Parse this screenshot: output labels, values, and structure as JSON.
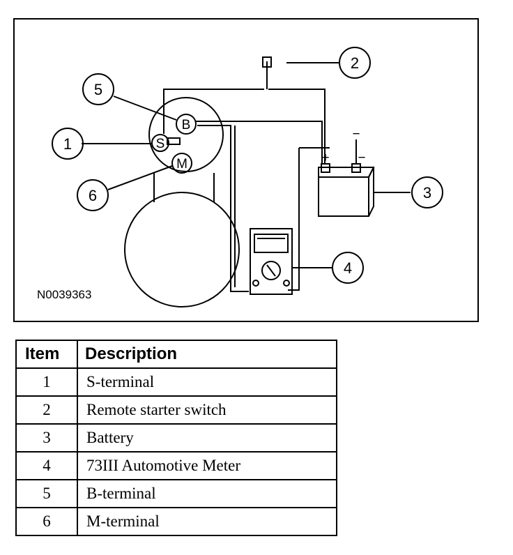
{
  "diagram": {
    "figure_code": "N0039363",
    "terminals": {
      "s": "S",
      "b": "B",
      "m": "M"
    },
    "battery_signs": {
      "plus": "+",
      "minus": "−",
      "ground": "−"
    },
    "callouts": [
      "1",
      "2",
      "3",
      "4",
      "5",
      "6"
    ]
  },
  "legend": {
    "headers": {
      "item": "Item",
      "description": "Description"
    },
    "rows": [
      {
        "item": "1",
        "description": "S-terminal"
      },
      {
        "item": "2",
        "description": "Remote starter switch"
      },
      {
        "item": "3",
        "description": "Battery"
      },
      {
        "item": "4",
        "description": "73III Automotive Meter"
      },
      {
        "item": "5",
        "description": "B-terminal"
      },
      {
        "item": "6",
        "description": "M-terminal"
      }
    ]
  }
}
